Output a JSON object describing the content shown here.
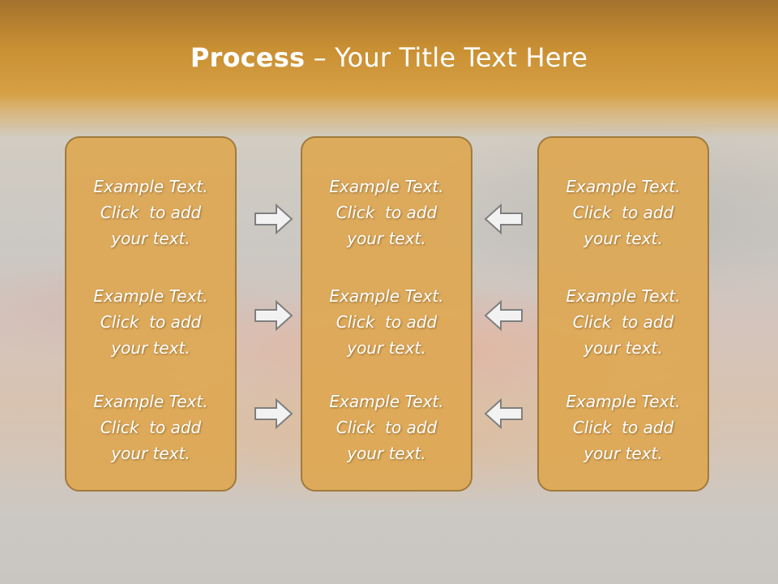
{
  "slide": {
    "title_strong": "Process",
    "title_rest": " – Your Title Text Here"
  },
  "columns": [
    {
      "id": "left",
      "blocks": [
        {
          "line1": "Example Text.",
          "line2": "Click  to add",
          "line3": "your text."
        },
        {
          "line1": "Example Text.",
          "line2": "Click  to add",
          "line3": "your text."
        },
        {
          "line1": "Example Text.",
          "line2": "Click  to add",
          "line3": "your text."
        }
      ]
    },
    {
      "id": "middle",
      "blocks": [
        {
          "line1": "Example Text.",
          "line2": "Click  to add",
          "line3": "your text."
        },
        {
          "line1": "Example Text.",
          "line2": "Click  to add",
          "line3": "your text."
        },
        {
          "line1": "Example Text.",
          "line2": "Click  to add",
          "line3": "your text."
        }
      ]
    },
    {
      "id": "right",
      "blocks": [
        {
          "line1": "Example Text.",
          "line2": "Click  to add",
          "line3": "your text."
        },
        {
          "line1": "Example Text.",
          "line2": "Click  to add",
          "line3": "your text."
        },
        {
          "line1": "Example Text.",
          "line2": "Click  to add",
          "line3": "your text."
        }
      ]
    }
  ],
  "arrows": {
    "left_group": "arrow-right-icon",
    "right_group": "arrow-left-icon"
  },
  "colors": {
    "box_fill": "#dea854",
    "box_border": "#a07a3c",
    "header_band": "#c98f33",
    "text": "#ffffff",
    "arrow_fill": "#f2f2f2",
    "arrow_stroke": "#7f7f7f"
  }
}
